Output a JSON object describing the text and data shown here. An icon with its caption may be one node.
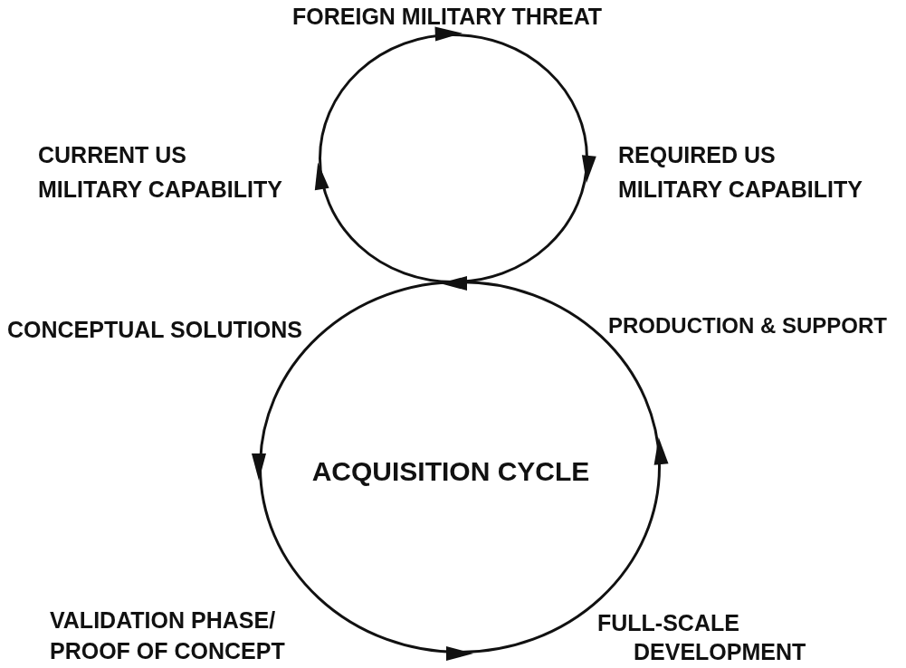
{
  "diagram": {
    "nodes": [
      {
        "text": [],
        "shape": "circle",
        "beside": [
          "FOREIGN MILITARY THREAT",
          "CURRENT US MILITARY CAPABILITY",
          "REQUIRED US MILITARY CAPABILITY"
        ]
      },
      {
        "text": [
          "ACQUISITION CYCLE"
        ],
        "beside": [
          "CONCEPTUAL SOLUTIONS",
          "PRODUCTION & SUPPORT",
          "VALIDATION PHASE/ PROOF OF CONCEPT",
          "FULL-SCALE DEVELOPMENT"
        ]
      }
    ]
  }
}
